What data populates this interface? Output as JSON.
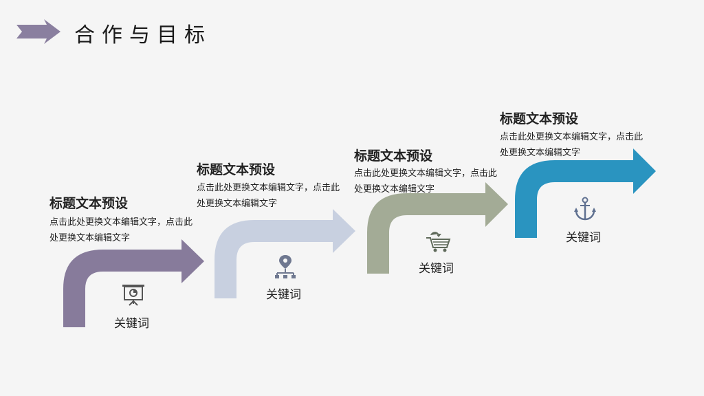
{
  "page": {
    "title": "合作与目标",
    "background": "#f5f5f5",
    "accent": "#8a7f9f"
  },
  "steps": [
    {
      "title": "标题文本预设",
      "desc": "点击此处更换文本编辑文字，点击此处更换文本编辑文字",
      "keyword": "关键词",
      "color": "#877b9b",
      "icon": "presentation-board-icon"
    },
    {
      "title": "标题文本预设",
      "desc": "点击此处更换文本编辑文字，点击此处更换文本编辑文字",
      "keyword": "关键词",
      "color": "#c8d0e0",
      "icon": "location-network-icon"
    },
    {
      "title": "标题文本预设",
      "desc": "点击此处更换文本编辑文字，点击此处更换文本编辑文字",
      "keyword": "关键词",
      "color": "#a3ab96",
      "icon": "shopping-cart-icon"
    },
    {
      "title": "标题文本预设",
      "desc": "点击此处更换文本编辑文字，点击此处更换文本编辑文字",
      "keyword": "关键词",
      "color": "#2a94c0",
      "icon": "anchor-icon"
    }
  ]
}
